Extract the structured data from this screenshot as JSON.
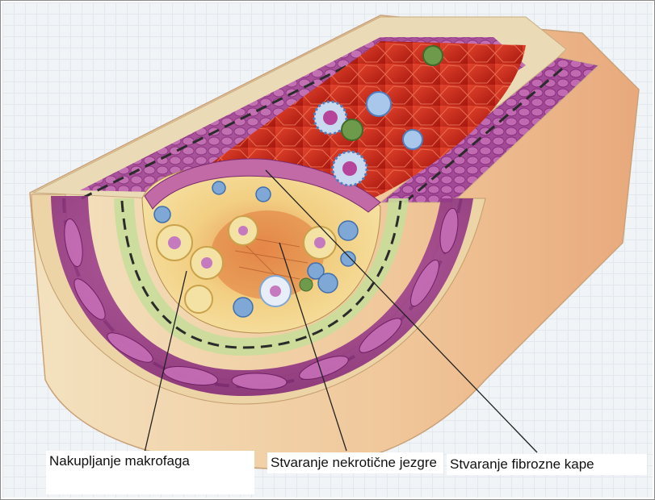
{
  "figure": {
    "labels": {
      "macrophages": "Nakupljanje makrofaga",
      "necrotic_core": "Stvaranje nekrotične jezgre",
      "fibrous_cap": "Stvaranje fibrozne kape"
    }
  },
  "colors": {
    "lumen": "#c8261b",
    "muscle": "#a23a8c",
    "adventitia": "#e9d2a8",
    "intima_green": "#c9dd9a",
    "plaque": "#f0d99a",
    "cell_blue": "#7fa8d6",
    "cell_green": "#6e9a4b"
  }
}
